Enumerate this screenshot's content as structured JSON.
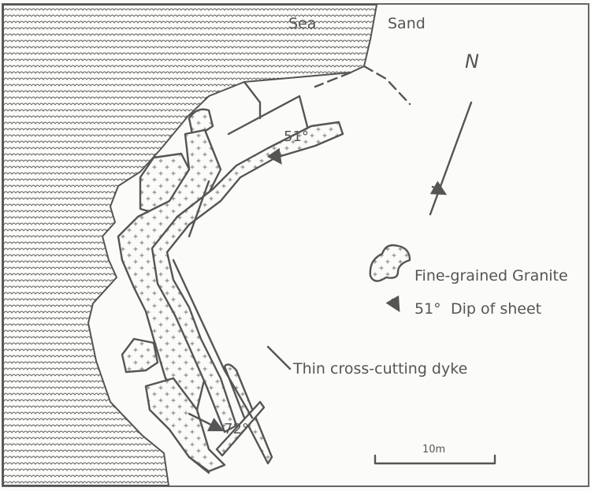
{
  "map": {
    "labels": {
      "sea": "Sea",
      "sand": "Sand",
      "north": "N",
      "dip_1": "51°",
      "dip_2": "72°",
      "dyke": "Thin cross-cutting dyke"
    },
    "legend": {
      "granite": "Fine-grained Granite",
      "dip_value": "51°",
      "dip_label": "Dip of sheet"
    },
    "scale_bar": {
      "label": "10m"
    },
    "colors": {
      "ink": "#555555",
      "paper": "#fbfbf9"
    }
  }
}
